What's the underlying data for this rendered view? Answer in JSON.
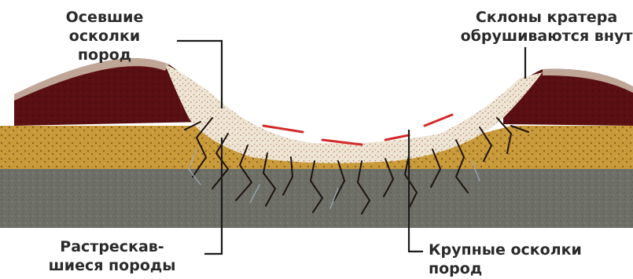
{
  "labels": {
    "settled_fragments": [
      "Осевшие",
      "осколки",
      "пород"
    ],
    "crater_slopes": [
      "Склоны кратера",
      "обрушиваются внут"
    ],
    "cracked_rocks": [
      "Растрескав-",
      "шиеся породы"
    ],
    "large_fragments": [
      "Крупные осколки",
      "пород"
    ]
  },
  "colors": {
    "background": "#ffffff",
    "rim_rock": "#5a0f12",
    "ochre_layer": "#c89a3a",
    "gray_layer": "#6e7068",
    "ejecta_fill": "#efe6d6",
    "cracks": "#1e130d",
    "melt_streaks": "#d42a2a",
    "leader_lines": "#1a1a1a",
    "text": "#2a2a2a"
  }
}
